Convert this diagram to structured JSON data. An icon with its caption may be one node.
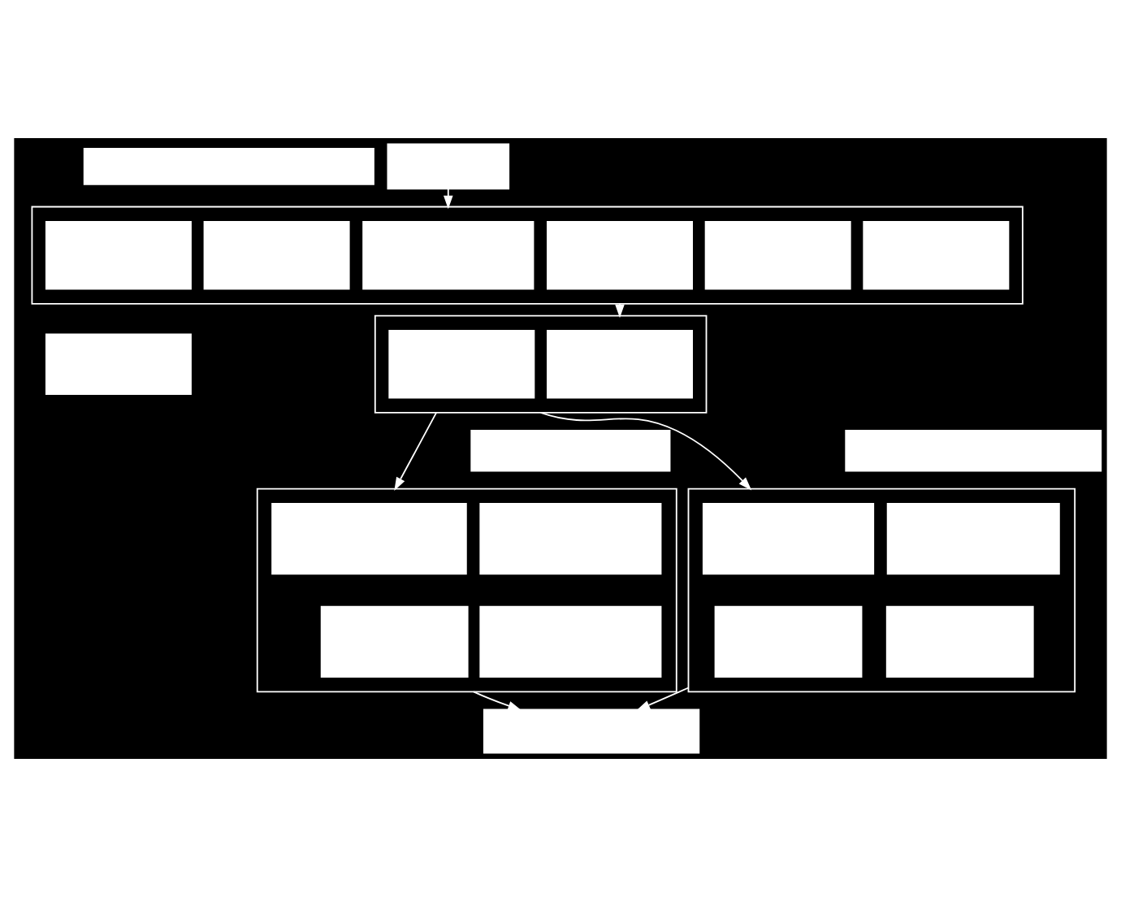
{
  "diagram": {
    "nodes": [
      {
        "text": [],
        "shape": "box"
      },
      {
        "text": [],
        "shape": "box"
      },
      {
        "text": [],
        "shape": "box"
      },
      {
        "text": [],
        "shape": "box",
        "in": 2
      },
      {
        "text": [],
        "shape": "box",
        "in": 2
      },
      {
        "text": [],
        "shape": "box",
        "in": 2
      },
      {
        "text": [],
        "shape": "box",
        "in": 2
      },
      {
        "text": [],
        "shape": "box",
        "in": 2
      },
      {
        "text": [],
        "shape": "box",
        "in": 2
      },
      {
        "text": [],
        "shape": "box"
      },
      {
        "text": [],
        "shape": "box"
      },
      {
        "text": [],
        "shape": "box",
        "in": 10
      },
      {
        "text": [],
        "shape": "box",
        "in": 10
      },
      {
        "text": [],
        "shape": "box"
      },
      {
        "text": [],
        "shape": "box"
      },
      {
        "text": [],
        "shape": "box"
      },
      {
        "text": [],
        "shape": "box",
        "in": 15
      },
      {
        "text": [],
        "shape": "box",
        "in": 15
      },
      {
        "text": [],
        "shape": "box",
        "in": 15
      },
      {
        "text": [],
        "shape": "box",
        "in": 15
      },
      {
        "text": [],
        "shape": "box"
      },
      {
        "text": [],
        "shape": "box",
        "in": 20
      },
      {
        "text": [],
        "shape": "box",
        "in": 20
      },
      {
        "text": [],
        "shape": "box",
        "in": 20
      },
      {
        "text": [],
        "shape": "box",
        "in": 20
      },
      {
        "text": [],
        "shape": "box"
      }
    ],
    "edges": [
      {
        "from": 0,
        "to": 2,
        "arrow": "to"
      },
      {
        "from": 2,
        "to": 10,
        "arrow": "to"
      },
      {
        "from": 10,
        "to": 15,
        "arrow": "to"
      },
      {
        "from": 10,
        "to": 20,
        "arrow": "to"
      },
      {
        "from": 15,
        "to": 25,
        "arrow": "to"
      },
      {
        "from": 20,
        "to": 25,
        "arrow": "to"
      }
    ]
  }
}
